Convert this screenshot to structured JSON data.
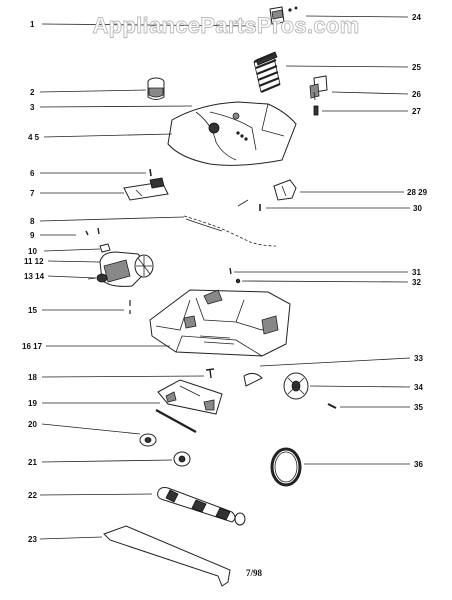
{
  "watermark": "AppliancePartsPros.com",
  "footer_code": "7/98",
  "callouts": [
    {
      "id": "1",
      "text": "1"
    },
    {
      "id": "2",
      "text": "2"
    },
    {
      "id": "3",
      "text": "3"
    },
    {
      "id": "4-5",
      "text": "4 5"
    },
    {
      "id": "6",
      "text": "6"
    },
    {
      "id": "7",
      "text": "7"
    },
    {
      "id": "8",
      "text": "8"
    },
    {
      "id": "9",
      "text": "9"
    },
    {
      "id": "10",
      "text": "10"
    },
    {
      "id": "11-12",
      "text": "11 12"
    },
    {
      "id": "13-14",
      "text": "13 14"
    },
    {
      "id": "15",
      "text": "15"
    },
    {
      "id": "16-17",
      "text": "16 17"
    },
    {
      "id": "18",
      "text": "18"
    },
    {
      "id": "19",
      "text": "19"
    },
    {
      "id": "20",
      "text": "20"
    },
    {
      "id": "21",
      "text": "21"
    },
    {
      "id": "22",
      "text": "22"
    },
    {
      "id": "23",
      "text": "23"
    },
    {
      "id": "24",
      "text": "24"
    },
    {
      "id": "25",
      "text": "25"
    },
    {
      "id": "26",
      "text": "26"
    },
    {
      "id": "27",
      "text": "27"
    },
    {
      "id": "28-29",
      "text": "28 29"
    },
    {
      "id": "30",
      "text": "30"
    },
    {
      "id": "31",
      "text": "31"
    },
    {
      "id": "32",
      "text": "32"
    },
    {
      "id": "33",
      "text": "33"
    },
    {
      "id": "34",
      "text": "34"
    },
    {
      "id": "35",
      "text": "35"
    },
    {
      "id": "36",
      "text": "36"
    }
  ]
}
